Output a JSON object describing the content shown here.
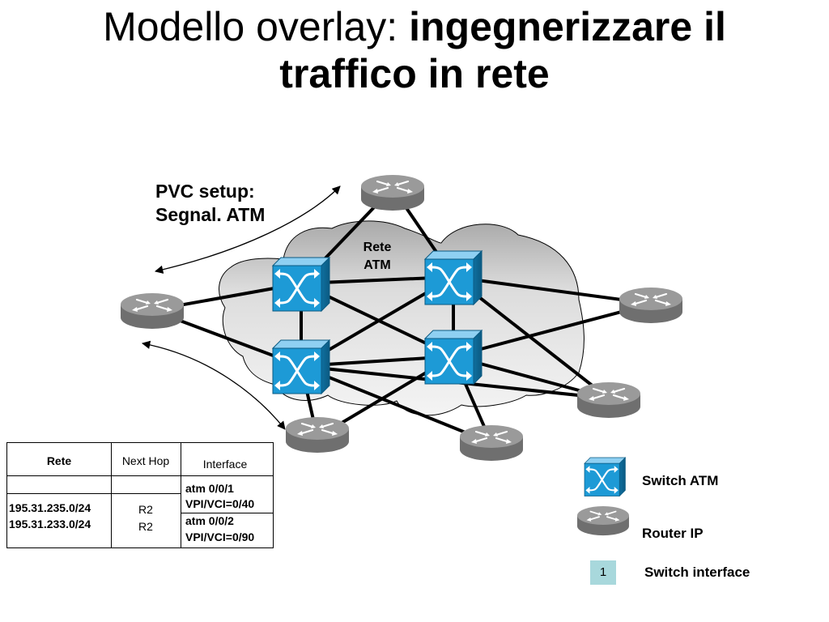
{
  "title": {
    "light": "Modello overlay: ",
    "bold_line1": "ingegnerizzare il",
    "bold_line2": "traffico in rete"
  },
  "pvc_label": {
    "line1": "PVC setup:",
    "line2": "Segnal. ATM"
  },
  "cloud_label": {
    "line1": "Rete",
    "line2": "ATM"
  },
  "table": {
    "headers": [
      "Rete",
      "Next Hop",
      "Interface"
    ],
    "rows": [
      {
        "rete": "195.31.235.0/24",
        "next_hop": "R2",
        "iface_line1": "atm 0/0/1",
        "iface_line2": "VPI/VCI=0/40"
      },
      {
        "rete": "195.31.233.0/24",
        "next_hop": "R2",
        "iface_line1": "atm 0/0/2",
        "iface_line2": "VPI/VCI=0/90"
      }
    ]
  },
  "legend": {
    "switch_label": "Switch ATM",
    "router_label": "Router IP",
    "interface_number": "1",
    "interface_label": "Switch interface"
  },
  "colors": {
    "switch_blue": "#1d9ad6",
    "router_gray": "#8a8a8a",
    "cloud_gray": "#d8d8d8",
    "iface_box": "#a8d8dc"
  }
}
